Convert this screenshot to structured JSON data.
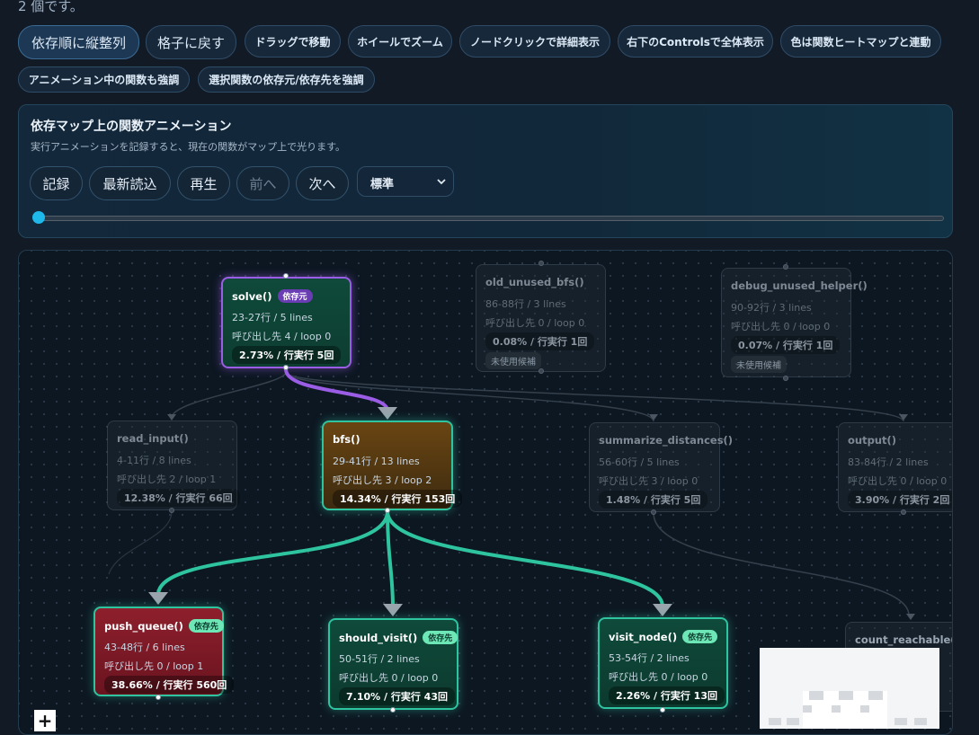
{
  "intro_text": "2 個です。",
  "buttons": {
    "arrange": "依存順に縦整列",
    "reset_grid": "格子に戻す"
  },
  "hints": [
    "ドラッグで移動",
    "ホイールでズーム",
    "ノードクリックで詳細表示",
    "右下のControlsで全体表示",
    "色は関数ヒートマップと連動",
    "アニメーション中の関数も強調",
    "選択関数の依存元/依存先を強調"
  ],
  "animation_panel": {
    "title": "依存マップ上の関数アニメーション",
    "subtitle": "実行アニメーションを記録すると、現在の関数がマップ上で光ります。",
    "buttons": {
      "record": "記録",
      "load_latest": "最新読込",
      "play": "再生",
      "prev": "前へ",
      "next": "次へ"
    },
    "speed_select": {
      "value": "標準"
    },
    "slider_position": 0
  },
  "nodes": {
    "solve": {
      "name": "solve()",
      "badge": "依存元",
      "lines": "23-27行 / 5 lines",
      "calls": "呼び出し先 4 / loop 0",
      "stat": "2.73% / 行実行 5回"
    },
    "old_unused_bfs": {
      "name": "old_unused_bfs()",
      "lines": "86-88行 / 3 lines",
      "calls": "呼び出し先 0 / loop 0",
      "stat": "0.08% / 行実行 1回",
      "tag": "未使用候補"
    },
    "debug_unused_helper": {
      "name": "debug_unused_helper()",
      "lines": "90-92行 / 3 lines",
      "calls": "呼び出し先 0 / loop 0",
      "stat": "0.07% / 行実行 1回",
      "tag": "未使用候補"
    },
    "read_input": {
      "name": "read_input()",
      "lines": "4-11行 / 8 lines",
      "calls": "呼び出し先 2 / loop 1",
      "stat": "12.38% / 行実行 66回"
    },
    "bfs": {
      "name": "bfs()",
      "lines": "29-41行 / 13 lines",
      "calls": "呼び出し先 3 / loop 2",
      "stat": "14.34% / 行実行 153回"
    },
    "summarize_distances": {
      "name": "summarize_distances()",
      "lines": "56-60行 / 5 lines",
      "calls": "呼び出し先 3 / loop 0",
      "stat": "1.48% / 行実行 5回"
    },
    "output": {
      "name": "output()",
      "lines": "83-84行 / 2 lines",
      "calls": "呼び出し先 0 / loop 0",
      "stat": "3.90% / 行実行 2回"
    },
    "push_queue": {
      "name": "push_queue()",
      "badge": "依存先",
      "lines": "43-48行 / 6 lines",
      "calls": "呼び出し先 0 / loop 1",
      "stat": "38.66% / 行実行 560回"
    },
    "should_visit": {
      "name": "should_visit()",
      "badge": "依存先",
      "lines": "50-51行 / 2 lines",
      "calls": "呼び出し先 0 / loop 0",
      "stat": "7.10% / 行実行 43回"
    },
    "visit_node": {
      "name": "visit_node()",
      "badge": "依存先",
      "lines": "53-54行 / 2 lines",
      "calls": "呼び出し先 0 / loop 0",
      "stat": "2.26% / 行実行 13回"
    },
    "count_reachable": {
      "name": "count_reachable()",
      "lines": "",
      "calls": "",
      "stat": ""
    }
  },
  "controls": {
    "zoom_in": "+"
  },
  "colors": {
    "accent_caller": "#9b5de5",
    "accent_callee": "#2ec4a0",
    "hot": "#8e1f2c",
    "warm": "#6a4512",
    "cool": "#0d4a3a"
  }
}
